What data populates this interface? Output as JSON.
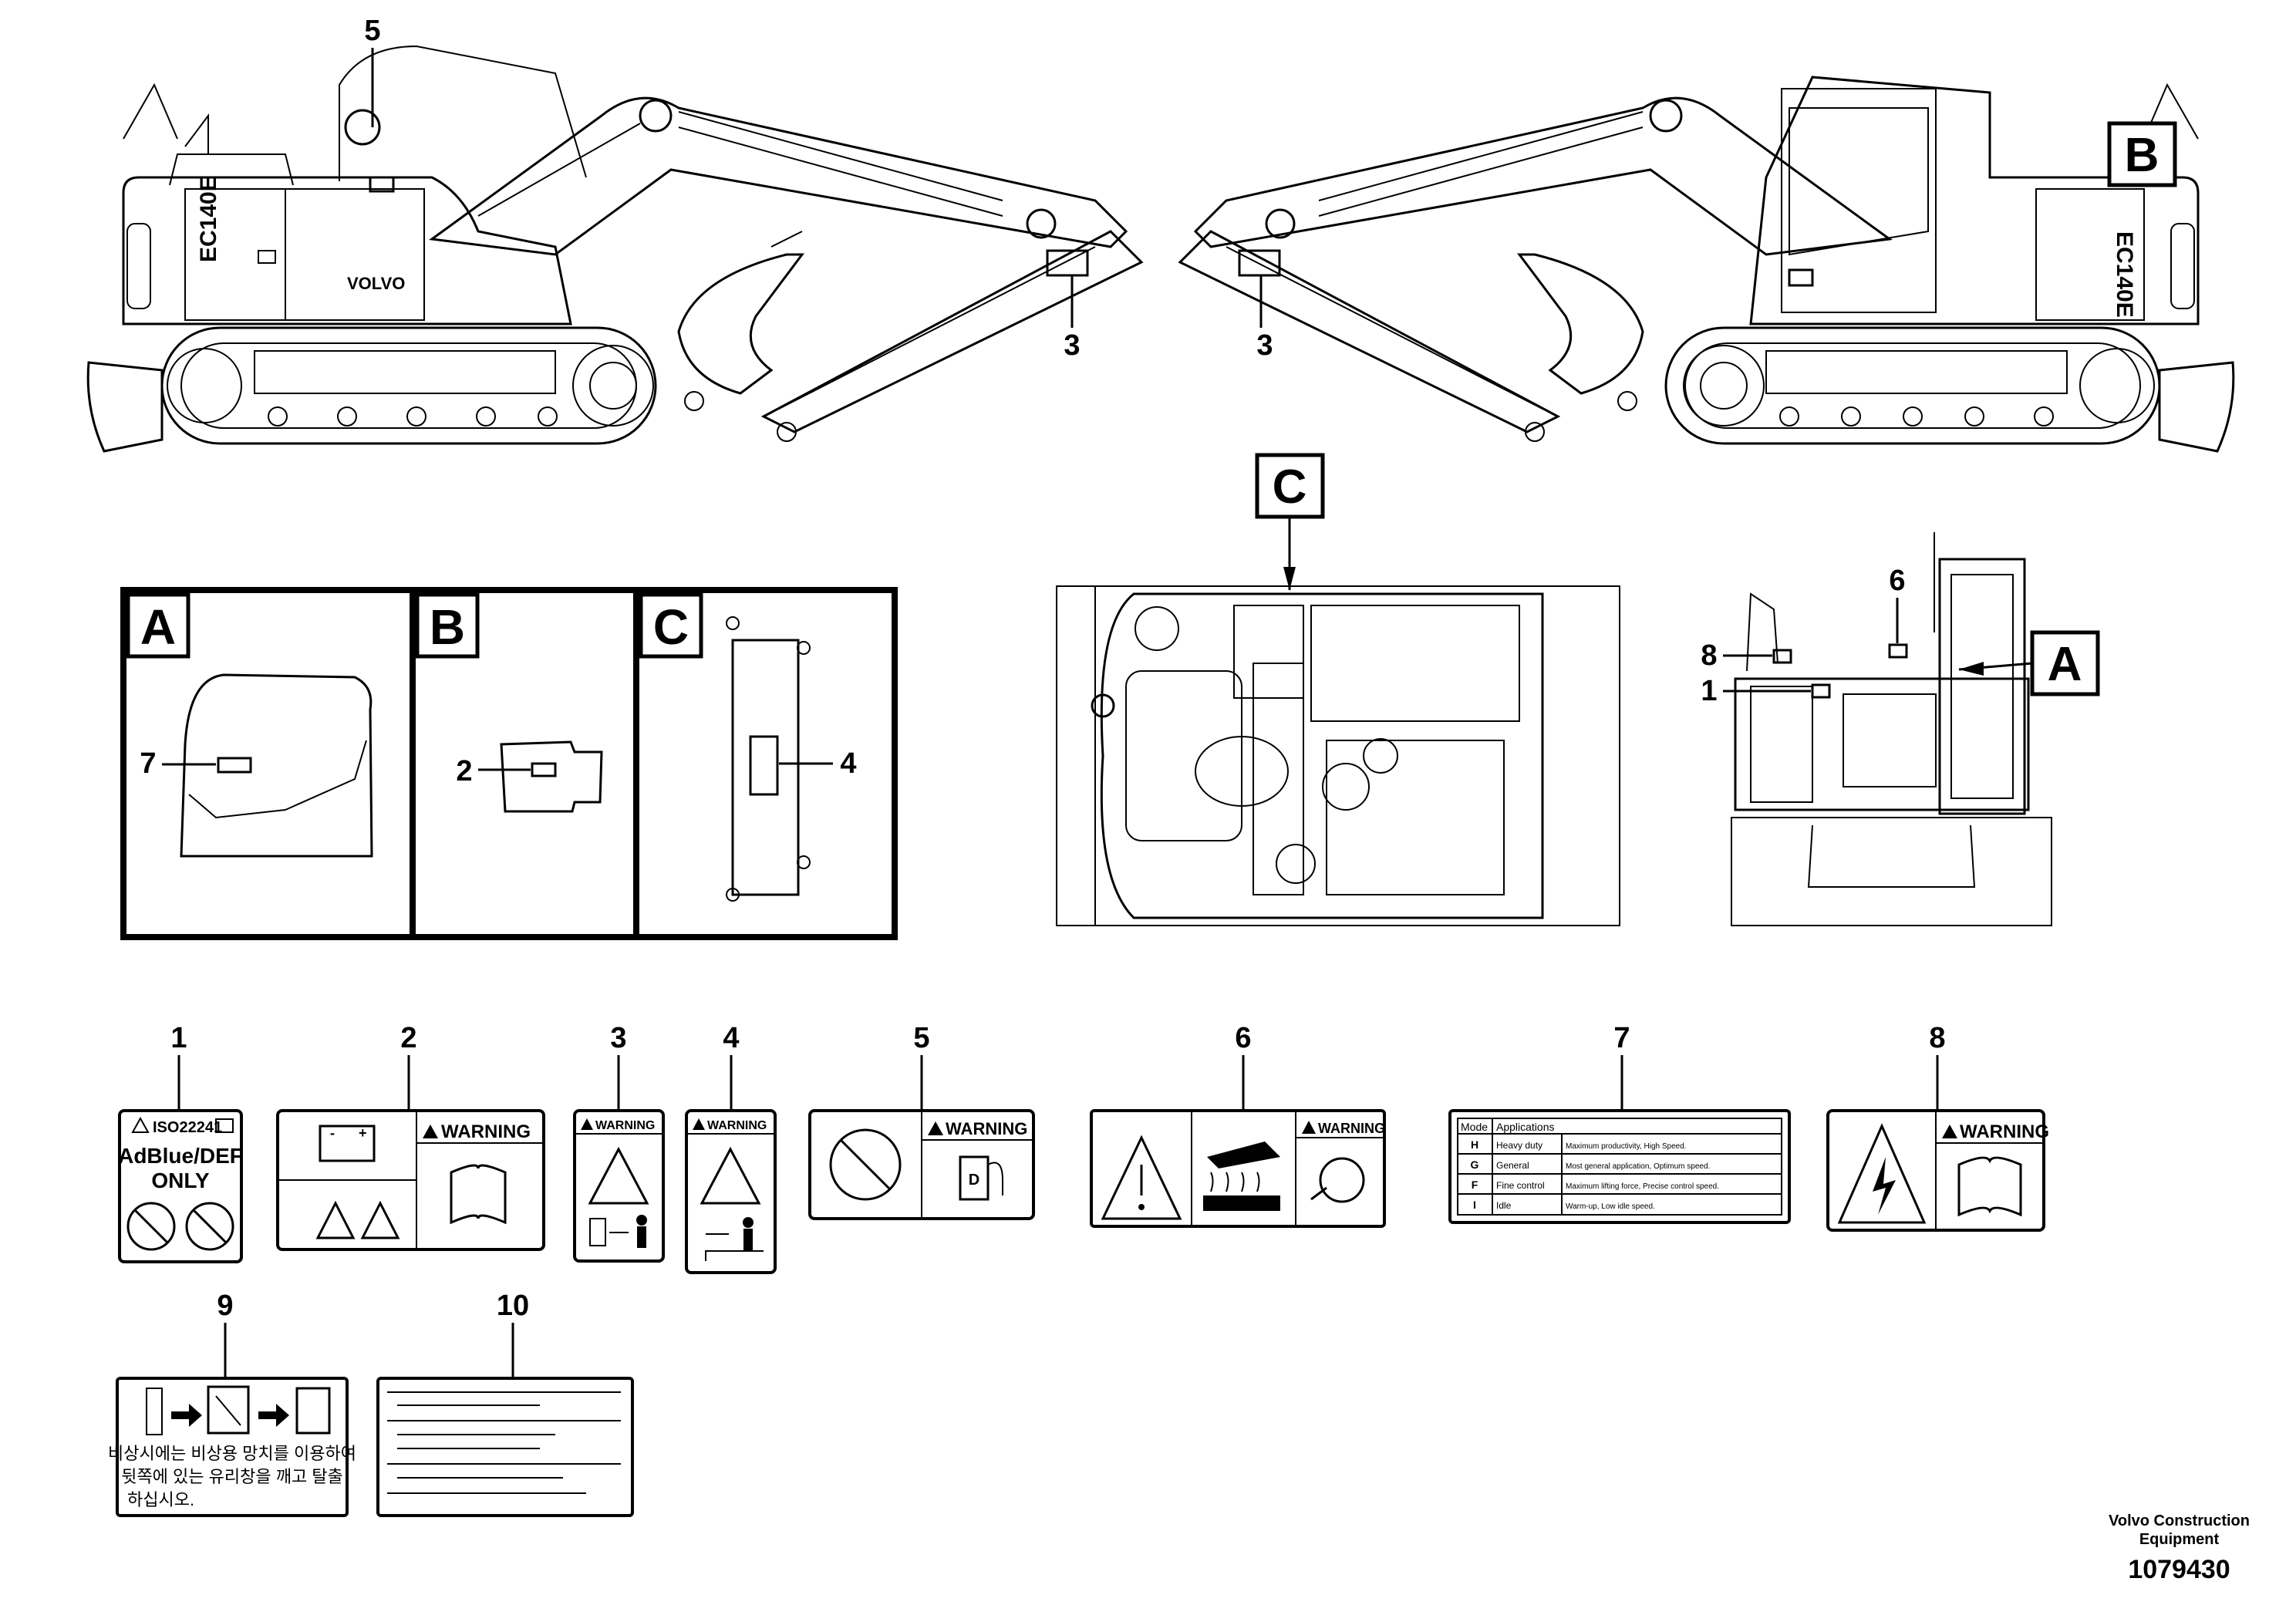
{
  "callouts": {
    "c1": "1",
    "c2": "2",
    "c3": "3",
    "c4": "4",
    "c5": "5",
    "c6": "6",
    "c7": "7",
    "c8": "8",
    "c9": "9",
    "c10": "10"
  },
  "views": {
    "A": "A",
    "B": "B",
    "C": "C"
  },
  "machine_text": {
    "model": "EC140E",
    "brand": "VOLVO"
  },
  "decal1": {
    "iso": "ISO22241",
    "line1": "AdBlue/DEF",
    "line2": "ONLY"
  },
  "warning_word": "WARNING",
  "decal7": {
    "h1": "Mode",
    "h2": "Applications",
    "rows": [
      {
        "m": "H",
        "n": "Heavy duty",
        "d": "Maximum productivity, High Speed."
      },
      {
        "m": "G",
        "n": "General",
        "d": "Most general application, Optimum speed."
      },
      {
        "m": "F",
        "n": "Fine control",
        "d": "Maximum lifting force, Precise control speed."
      },
      {
        "m": "I",
        "n": "Idle",
        "d": "Warm-up, Low idle speed."
      }
    ]
  },
  "decal9": {
    "line1": "비상시에는 비상용 망치를 이용하여",
    "line2": "뒷쪽에 있는 유리창을 깨고 탈출",
    "line3": "하십시오."
  },
  "decal6_letter": "D",
  "footer": {
    "line1": "Volvo Construction",
    "line2": "Equipment",
    "number": "1079430"
  },
  "colors": {
    "ink": "#000000",
    "paper": "#ffffff"
  }
}
